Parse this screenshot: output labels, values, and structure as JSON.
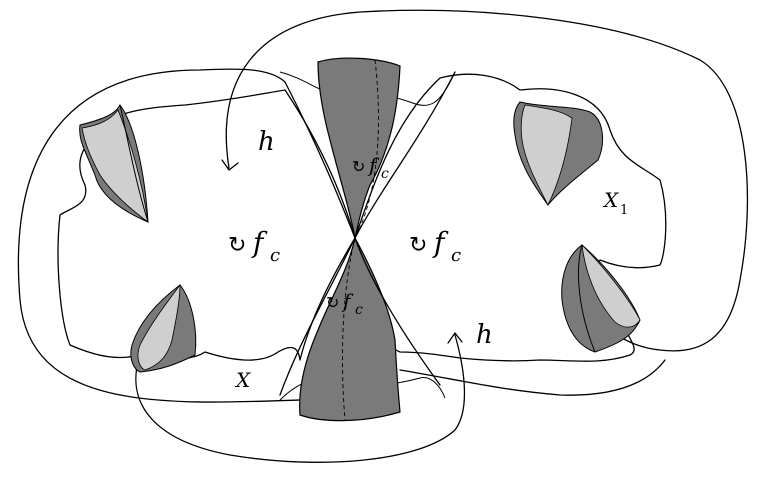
{
  "colors": {
    "dark_region": "#7a7a7a",
    "light_region": "#cfcfcf",
    "ink": "#000000",
    "background": "#ffffff"
  },
  "labels": {
    "h_top": "h",
    "h_bottom": "h",
    "f_main": "f",
    "f_sub": "c",
    "x_label": "X",
    "x1_label": "X",
    "x1_sub": "1",
    "rotate_symbol": "↻"
  }
}
